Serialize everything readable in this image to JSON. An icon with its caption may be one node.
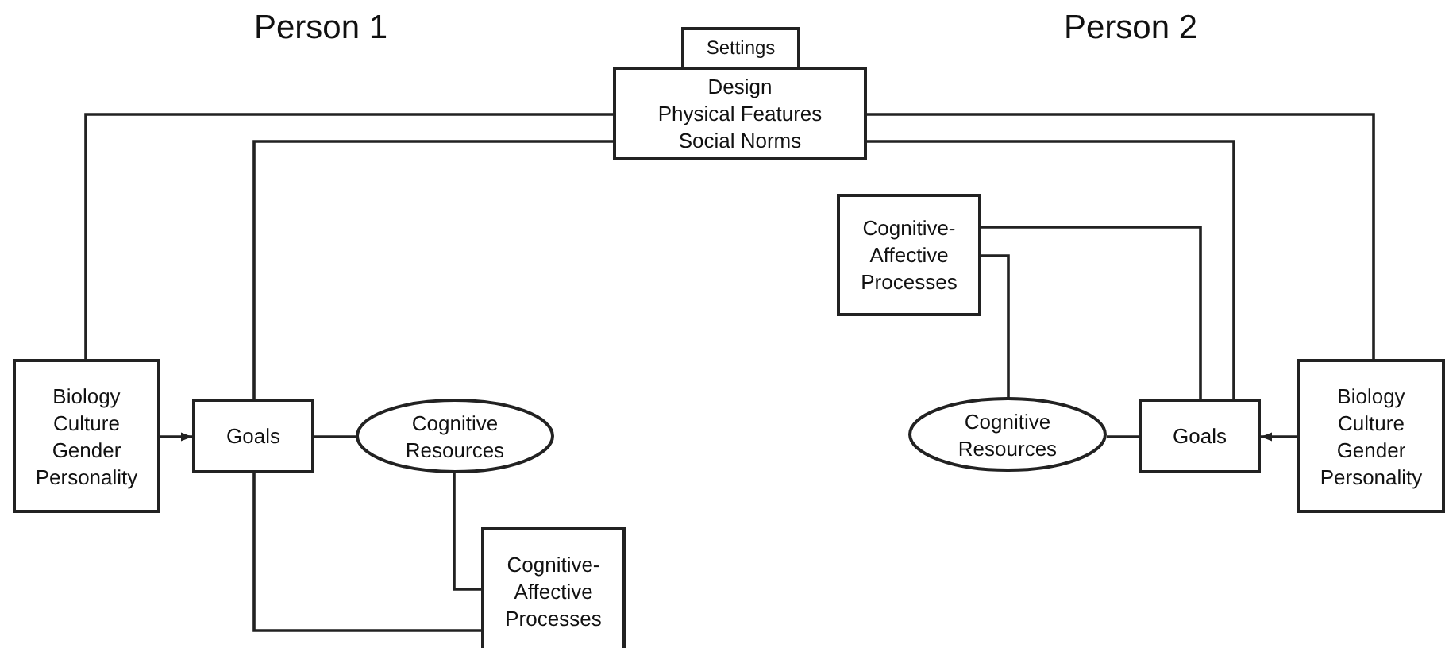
{
  "diagram": {
    "nodes": [
      {
        "text": [
          "Settings"
        ]
      },
      {
        "text": [
          "Design",
          "Physical Features",
          "Social Norms"
        ]
      },
      {
        "text": [
          "Biology",
          "Culture",
          "Gender",
          "Personality"
        ]
      },
      {
        "text": [
          "Goals"
        ]
      },
      {
        "text": [
          "Cognitive Resources"
        ]
      },
      {
        "text": [
          "Cognitive-Affective Processes"
        ]
      },
      {
        "text": [
          "Cognitive-Affective Processes"
        ]
      },
      {
        "text": [
          "Cognitive Resources"
        ]
      },
      {
        "text": [
          "Goals"
        ]
      },
      {
        "text": [
          "Biology",
          "Culture",
          "Gender",
          "Personality"
        ]
      }
    ],
    "edges": [
      {
        "from": 1,
        "to": 2,
        "arrow": "none"
      },
      {
        "from": 1,
        "to": 3,
        "arrow": "none"
      },
      {
        "from": 2,
        "to": 3,
        "arrow": "to"
      },
      {
        "from": 3,
        "to": 4,
        "arrow": "none"
      },
      {
        "from": 4,
        "to": 5,
        "arrow": "none"
      },
      {
        "from": 3,
        "to": 5,
        "arrow": "none"
      },
      {
        "from": 1,
        "to": 9,
        "arrow": "none"
      },
      {
        "from": 1,
        "to": 8,
        "arrow": "none"
      },
      {
        "from": 6,
        "to": 8,
        "arrow": "none"
      },
      {
        "from": 6,
        "to": 7,
        "arrow": "none"
      },
      {
        "from": 7,
        "to": 8,
        "arrow": "none"
      },
      {
        "from": 9,
        "to": 8,
        "arrow": "to"
      }
    ],
    "labels": [
      "Person 1",
      "Person 2"
    ]
  }
}
